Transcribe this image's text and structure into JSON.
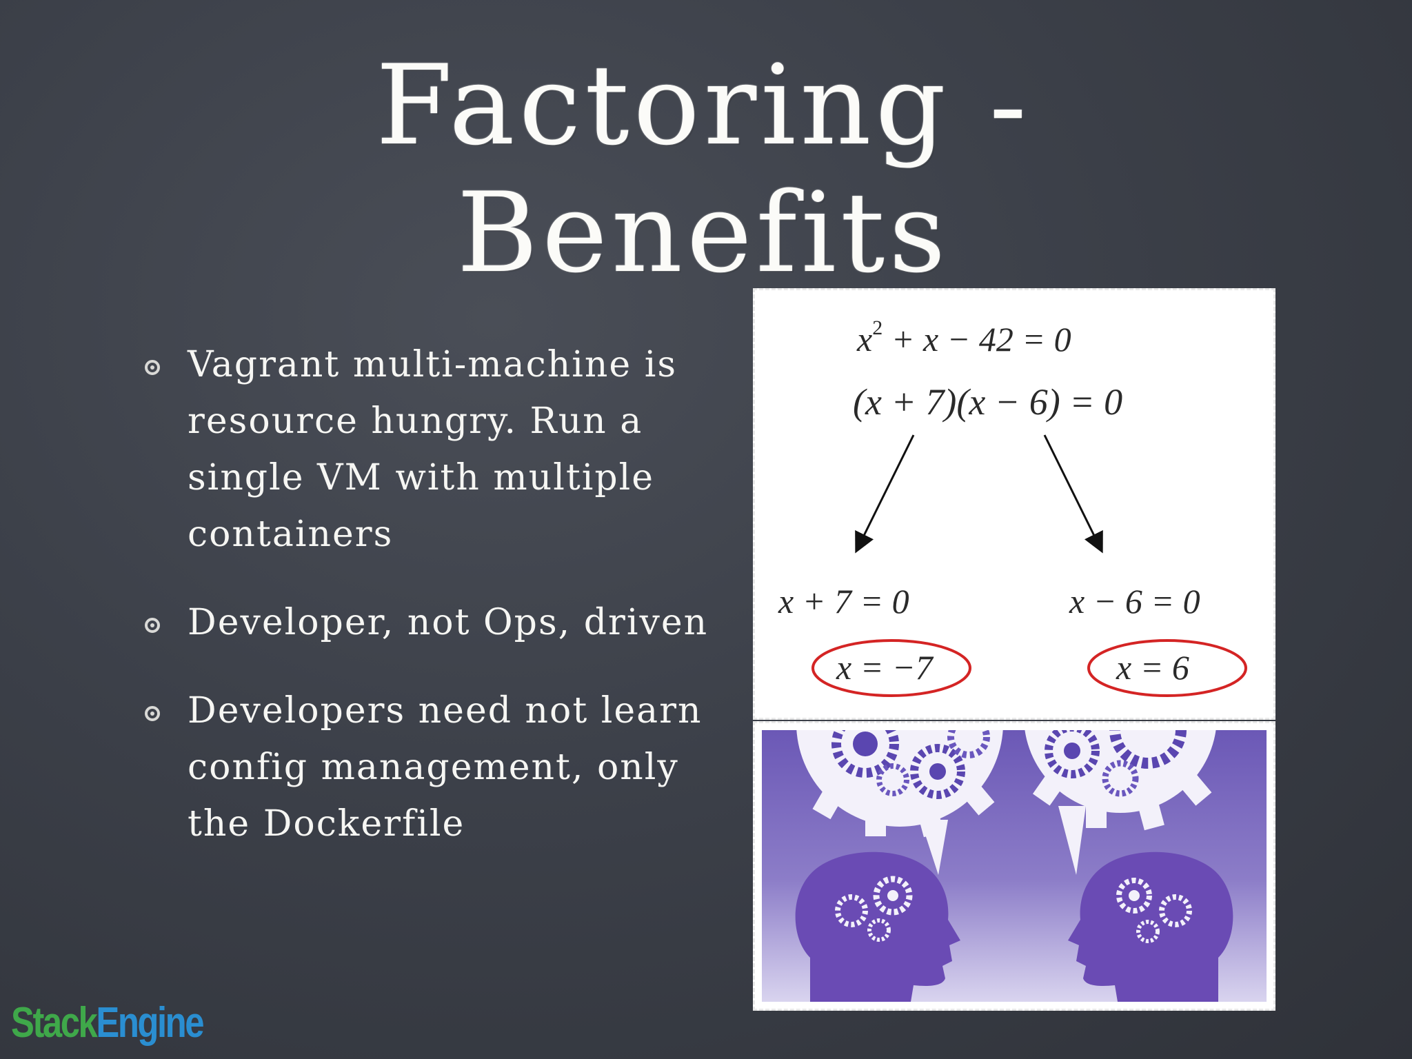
{
  "slide": {
    "title_line1": "Factoring -",
    "title_line2": "Benefits",
    "bullets": [
      "Vagrant multi-machine is resource hungry. Run a single VM with multiple containers",
      "Developer, not Ops, driven",
      "Developers need not learn config management, only the Dockerfile"
    ]
  },
  "math_figure": {
    "equation": "x² + x − 42 = 0",
    "equation_base": "x",
    "equation_exponent": "2",
    "equation_rest": " + x − 42 = 0",
    "factored": "(x + 7)(x − 6) = 0",
    "left_branch": "x + 7 = 0",
    "right_branch": "x − 6 = 0",
    "left_solution": "x = −7",
    "right_solution": "x = 6",
    "circle_color": "#d42424"
  },
  "logo": {
    "part1": "Stack",
    "part2": "Engine",
    "color1": "#3fa84a",
    "color2": "#2a8ed1"
  },
  "colors": {
    "chalkboard": "#3c4049",
    "chalk_text": "#f6f6f3",
    "gear_purple": "#5a46b0"
  }
}
